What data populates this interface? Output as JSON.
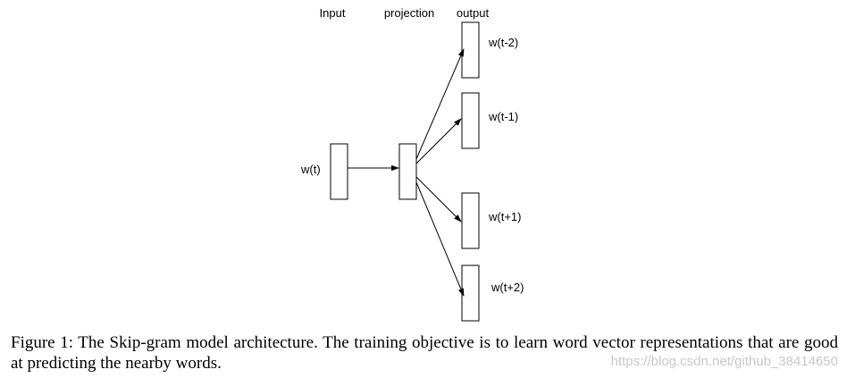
{
  "headers": {
    "input": "Input",
    "projection": "projection",
    "output": "output"
  },
  "input_word": "w(t)",
  "output_words": [
    "w(t-2)",
    "w(t-1)",
    "w(t+1)",
    "w(t+2)"
  ],
  "caption": "Figure 1: The Skip-gram model architecture. The training objective is to learn word vector representations that are good at predicting the nearby words.",
  "watermark": "https://blog.csdn.net/github_38414650"
}
